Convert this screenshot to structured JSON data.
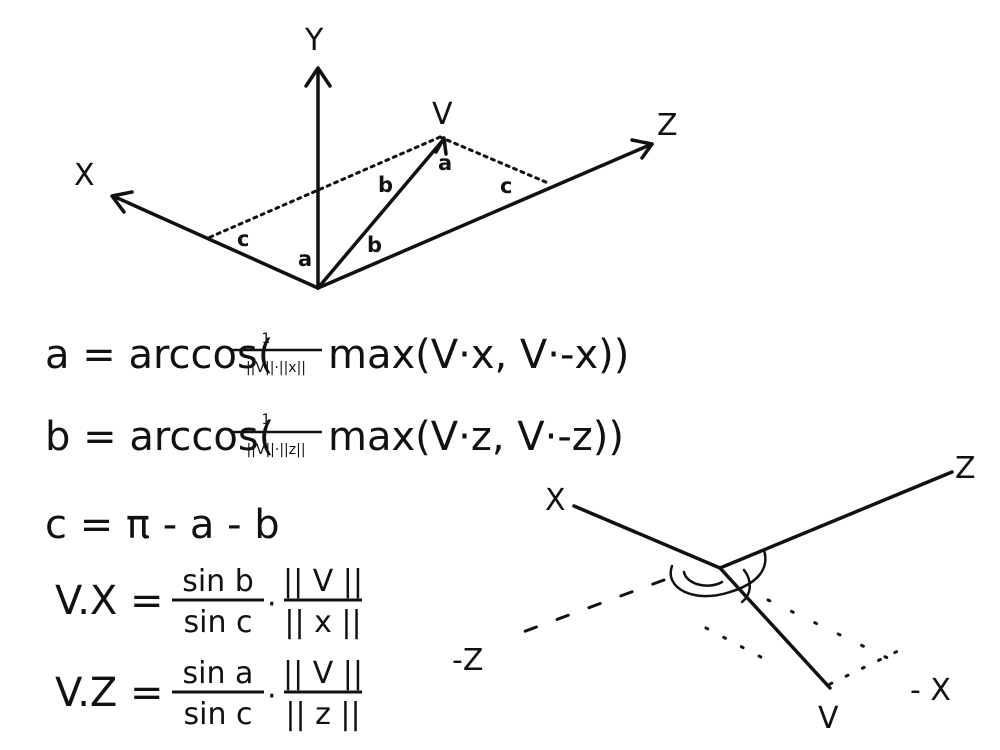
{
  "diagram_top": {
    "axis_labels": {
      "y": "Y",
      "x": "X",
      "z": "Z",
      "v": "V"
    },
    "angle_labels": {
      "a_at_origin": "a",
      "b_at_origin": "b",
      "c_on_x": "c",
      "b_on_v": "b",
      "a_at_v": "a",
      "c_on_z": "c"
    }
  },
  "equations": {
    "eq_a": {
      "lhs": "a = arccos(",
      "frac_num": "1",
      "frac_den": "||V||·||x||",
      "rhs": "max(V·x, V·-x))"
    },
    "eq_b": {
      "lhs": "b = arccos(",
      "frac_num": "1",
      "frac_den": "||V||·||z||",
      "rhs": "max(V·z, V·-z))"
    },
    "eq_c": "c = π - a - b",
    "eq_vx": {
      "lhs": "V.X =",
      "f1_num": "sin b",
      "f1_den": "sin c",
      "dot": "·",
      "f2_num": "|| V ||",
      "f2_den": "|| x ||"
    },
    "eq_vz": {
      "lhs": "V.Z =",
      "f1_num": "sin a",
      "f1_den": "sin c",
      "dot": "·",
      "f2_num": "|| V ||",
      "f2_den": "|| z ||"
    }
  },
  "diagram_bottom": {
    "axis_labels": {
      "x": "X",
      "z": "Z",
      "neg_z": "-Z",
      "neg_x": "- X",
      "v": "V"
    }
  }
}
